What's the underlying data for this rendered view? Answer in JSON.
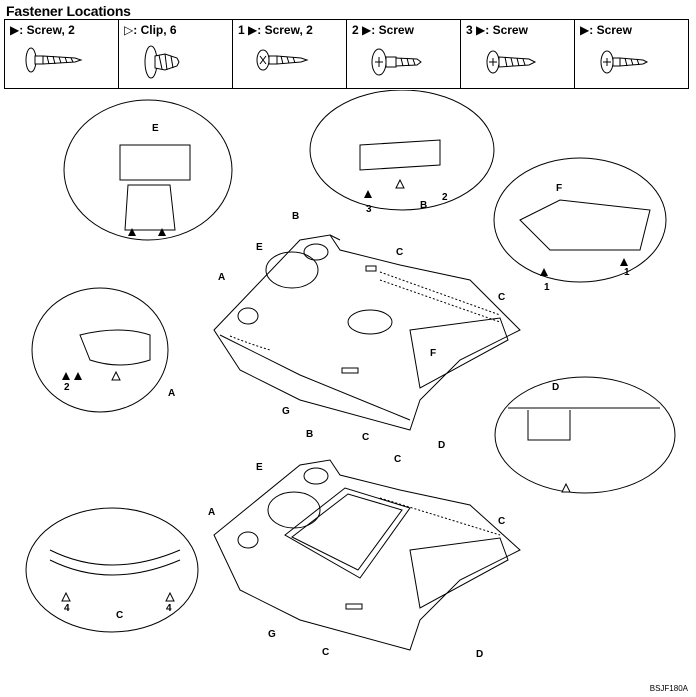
{
  "title": "Fastener Locations",
  "legend": [
    {
      "symbol": "▶",
      "label": ": Screw, 2"
    },
    {
      "symbol": "▷",
      "label": ": Clip, 6"
    },
    {
      "symbol": "1 ▶",
      "label": ": Screw, 2"
    },
    {
      "symbol": "2 ▶",
      "label": ": Screw"
    },
    {
      "symbol": "3 ▶",
      "label": ": Screw"
    },
    {
      "symbol": "▶",
      "label": ": Screw"
    }
  ],
  "callouts": {
    "A": "A",
    "B": "B",
    "C": "C",
    "D": "D",
    "E": "E",
    "F": "F",
    "G": "G",
    "n1": "1",
    "n2": "2",
    "n3": "3",
    "n4": "4"
  },
  "figure_code": "BSJF180A"
}
